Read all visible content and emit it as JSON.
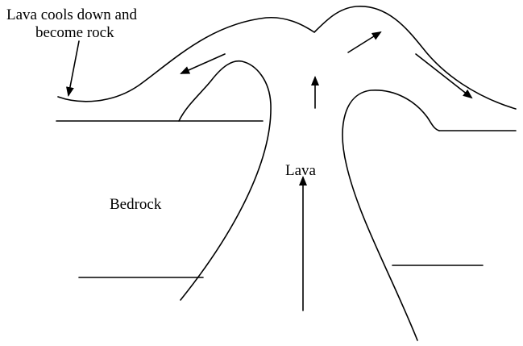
{
  "labels": {
    "lava_cools_line1": "Lava cools down and",
    "lava_cools_line2": "become rock",
    "lava": "Lava",
    "bedrock": "Bedrock"
  },
  "colors": {
    "ink": "#000000",
    "background": "#ffffff"
  },
  "icons": {
    "arrow": "arrow-icon"
  }
}
